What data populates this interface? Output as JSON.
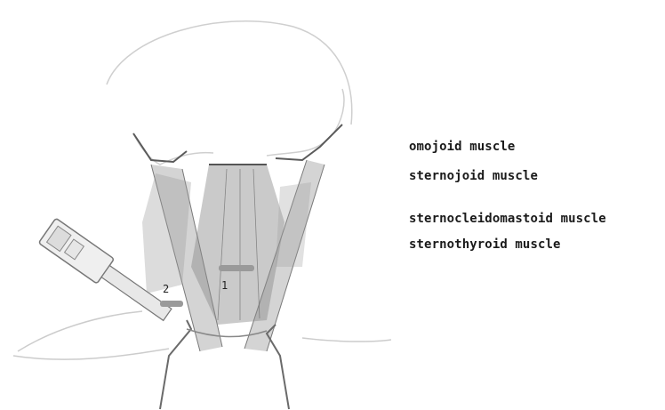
{
  "labels": {
    "omohyoid": "omojoid muscle",
    "sternohyoid": "sternojoid muscle",
    "scm": "sternocleidomastoid muscle",
    "sternothyroid": "sternothyroid muscle"
  },
  "markers": {
    "m1": "1",
    "m2": "2"
  },
  "colors": {
    "muscle": "#8a8a8a",
    "marker_bar": "#9a9a9a",
    "outline": "#555555",
    "background": "#ffffff"
  },
  "icons": {
    "probe": "ultrasound-probe-icon"
  }
}
